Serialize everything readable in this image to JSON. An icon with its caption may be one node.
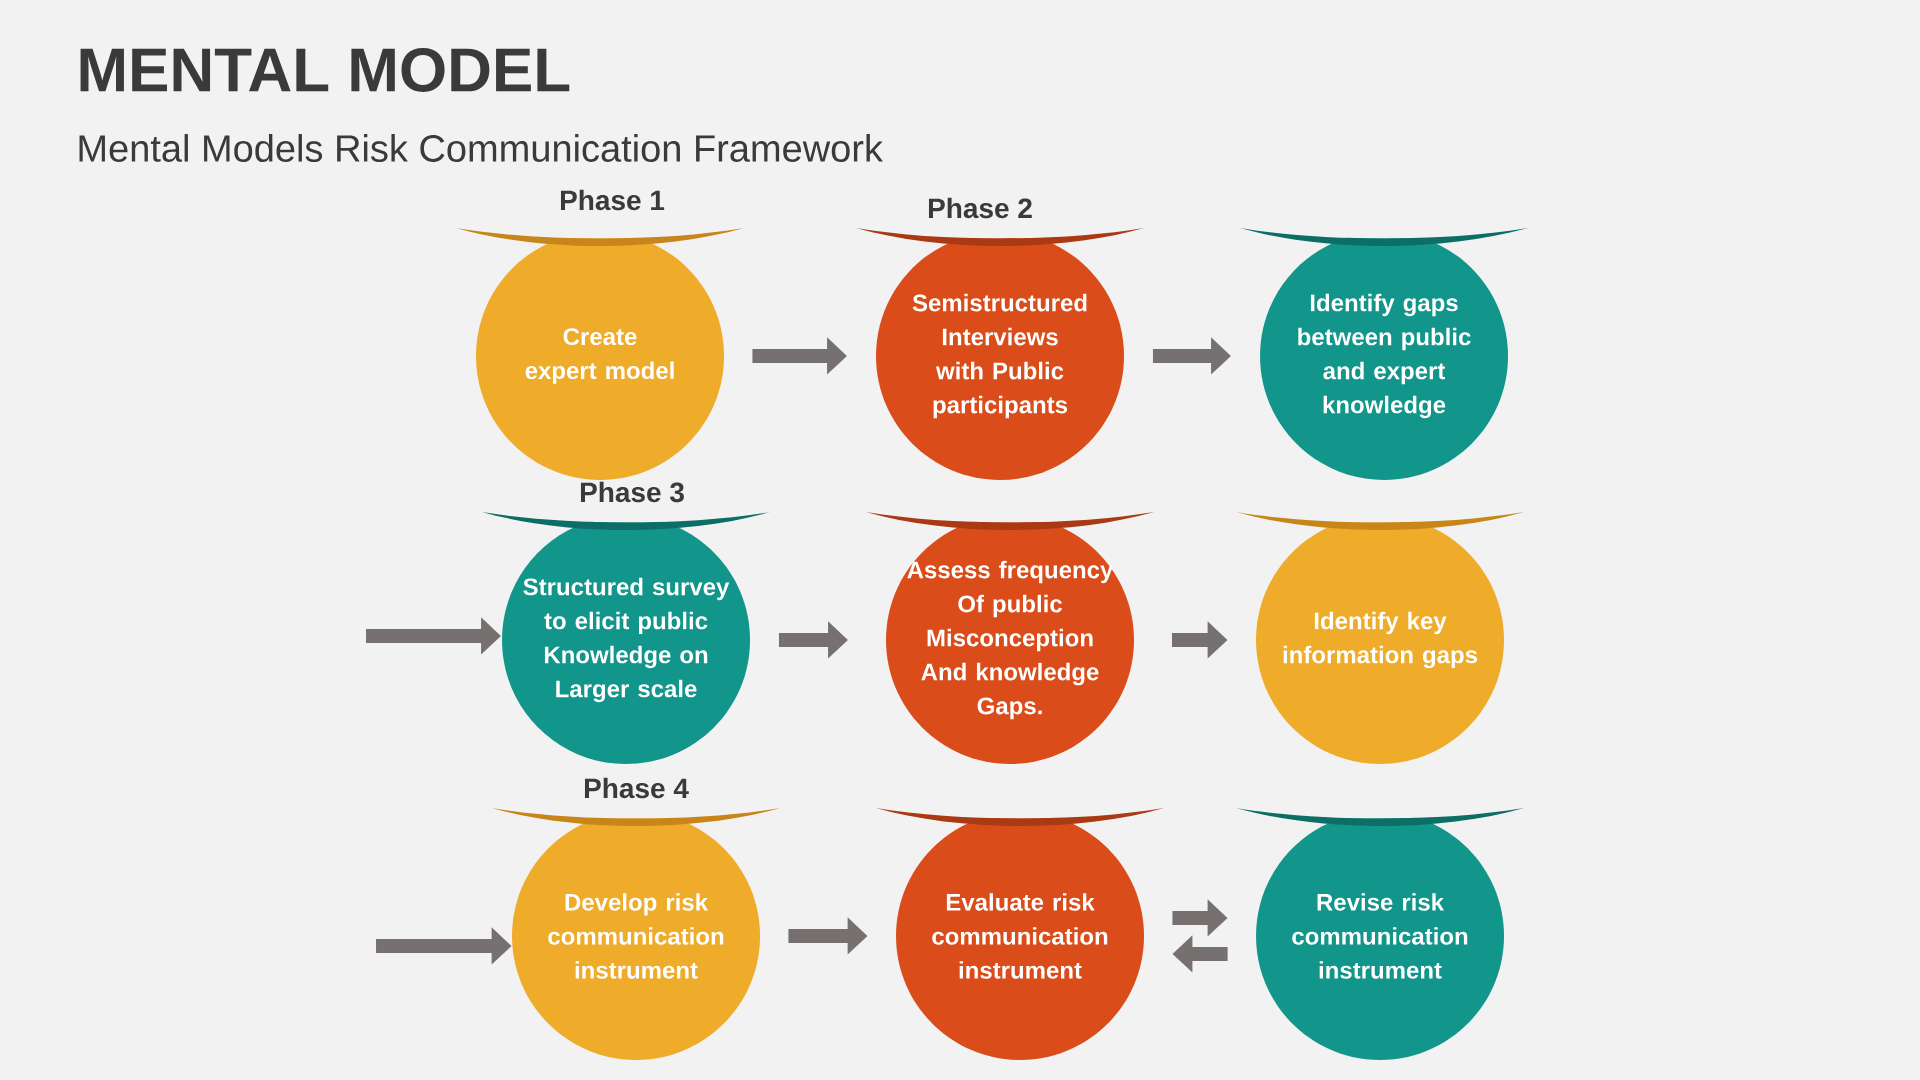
{
  "diagram": {
    "title": "MENTAL MODEL",
    "nodes": [
      {
        "text": [
          "Phase 1",
          "Create expert model"
        ]
      },
      {
        "text": [
          "Phase 2",
          "Semistructured Interviews with Public participants"
        ]
      },
      {
        "text": [
          "Identify gaps between public and expert knowledge"
        ]
      },
      {
        "text": [
          "Phase 3",
          "Structured survey to elicit public Knowledge on Larger scale"
        ]
      },
      {
        "text": [
          "Assess frequency Of public Misconception And knowledge Gaps."
        ]
      },
      {
        "text": [
          "Identify key information gaps"
        ]
      },
      {
        "text": [
          "Phase 4",
          "Develop risk communication instrument"
        ]
      },
      {
        "text": [
          "Evaluate risk communication instrument"
        ]
      },
      {
        "text": [
          "Revise risk communication instrument"
        ]
      }
    ],
    "edges": [
      {
        "from": 0,
        "to": 1,
        "arrow": "to"
      },
      {
        "from": 1,
        "to": 2,
        "arrow": "to"
      },
      {
        "from": null,
        "to": 3,
        "arrow": "to"
      },
      {
        "from": 3,
        "to": 4,
        "arrow": "to"
      },
      {
        "from": 4,
        "to": 5,
        "arrow": "to"
      },
      {
        "from": null,
        "to": 6,
        "arrow": "to"
      },
      {
        "from": 6,
        "to": 7,
        "arrow": "to"
      },
      {
        "from": 7,
        "to": 8,
        "arrow": "to"
      },
      {
        "from": 8,
        "to": 7,
        "arrow": "to"
      }
    ],
    "labels": [
      "Mental Models Risk Communication Framework"
    ]
  }
}
